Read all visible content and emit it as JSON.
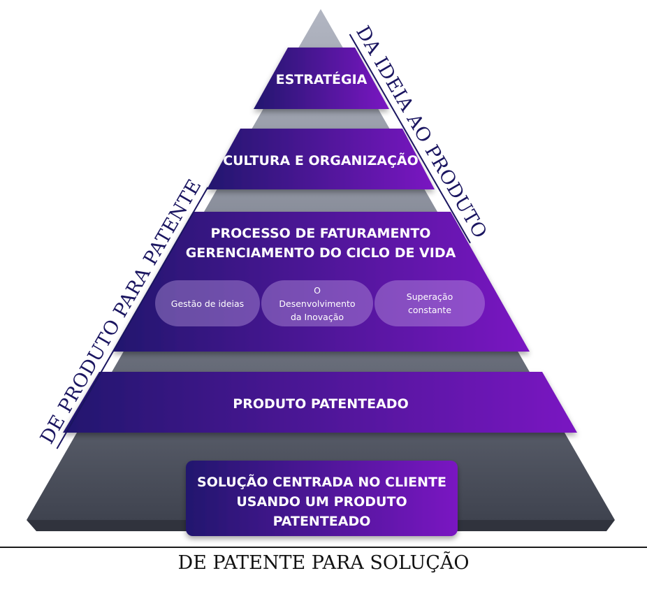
{
  "pyramid": {
    "tiers": [
      {
        "label": "ESTRATÉGIA"
      },
      {
        "label": "CULTURA E ORGANIZAÇÃO"
      },
      {
        "label_line1": "PROCESSO DE FATURAMENTO",
        "label_line2": "GERENCIAMENTO DO CICLO DE VIDA"
      },
      {
        "label": "PRODUTO PATENTEADO"
      },
      {
        "label_line1": "SOLUÇÃO CENTRADA NO CLIENTE",
        "label_line2": "USANDO UM PRODUTO",
        "label_line3": "PATENTEADO"
      }
    ],
    "pills": [
      {
        "line1": "Gestão de ideias"
      },
      {
        "line1": "O",
        "line2": "Desenvolvimento",
        "line3": "da Inovação"
      },
      {
        "line1": "Superação",
        "line2": "constante"
      }
    ]
  },
  "labels": {
    "right": "DA IDEIA AO PRODUTO",
    "left": "DE PRODUTO PARA PATENTE",
    "bottom": "DE PATENTE PARA SOLUÇÃO"
  },
  "colors": {
    "band_dark": "#22126e",
    "band_light": "#7a14c2",
    "gray_light": "#b2b6c2",
    "gray_dark": "#3f434f",
    "label_navy": "#1a1560"
  }
}
